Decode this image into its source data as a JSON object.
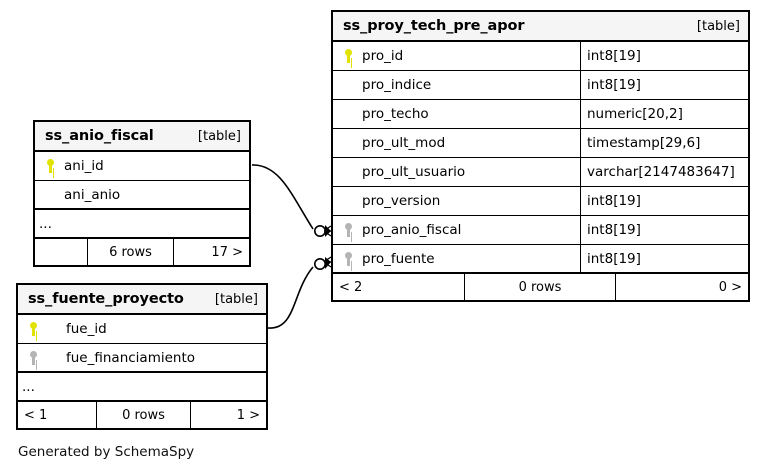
{
  "diagram": {
    "generator_credit": "Generated by SchemaSpy",
    "kind_label": "[table]",
    "ellipsis_label": "...",
    "colors": {
      "background": "#ffffff",
      "table_border": "#000000",
      "header_fill": "#f5f5f5",
      "primary_key": "#e2e200",
      "foreign_key": "#b4b4b4",
      "edge": "#000000"
    }
  },
  "tables": [
    {
      "id": "ss_proy_tech_pre_apor",
      "name": "ss_proy_tech_pre_apor",
      "kind": "[table]",
      "columns": [
        {
          "key": "pk",
          "name": "pro_id",
          "type": "int8[19]"
        },
        {
          "key": "none",
          "name": "pro_indice",
          "type": "int8[19]"
        },
        {
          "key": "none",
          "name": "pro_techo",
          "type": "numeric[20,2]"
        },
        {
          "key": "none",
          "name": "pro_ult_mod",
          "type": "timestamp[29,6]"
        },
        {
          "key": "none",
          "name": "pro_ult_usuario",
          "type": "varchar[2147483647]"
        },
        {
          "key": "none",
          "name": "pro_version",
          "type": "int8[19]"
        },
        {
          "key": "fk",
          "name": "pro_anio_fiscal",
          "type": "int8[19]"
        },
        {
          "key": "fk",
          "name": "pro_fuente",
          "type": "int8[19]"
        }
      ],
      "has_ellipsis": false,
      "footer": {
        "left": "< 2",
        "center": "0 rows",
        "right": "0 >"
      }
    },
    {
      "id": "ss_anio_fiscal",
      "name": "ss_anio_fiscal",
      "kind": "[table]",
      "columns": [
        {
          "key": "pk",
          "name": "ani_id",
          "type": ""
        },
        {
          "key": "none",
          "name": "ani_anio",
          "type": ""
        }
      ],
      "has_ellipsis": true,
      "footer": {
        "left": "",
        "center": "6 rows",
        "right": "17 >"
      }
    },
    {
      "id": "ss_fuente_proyecto",
      "name": "ss_fuente_proyecto",
      "kind": "[table]",
      "columns": [
        {
          "key": "pk",
          "name": "fue_id",
          "type": ""
        },
        {
          "key": "fk",
          "name": "fue_financiamiento",
          "type": ""
        }
      ],
      "has_ellipsis": true,
      "footer": {
        "left": "< 1",
        "center": "0 rows",
        "right": "1 >"
      }
    }
  ],
  "relationships": [
    {
      "from": "ss_anio_fiscal.ani_id",
      "to": "ss_proy_tech_pre_apor.pro_anio_fiscal"
    },
    {
      "from": "ss_fuente_proyecto.fue_id",
      "to": "ss_proy_tech_pre_apor.pro_fuente"
    }
  ]
}
